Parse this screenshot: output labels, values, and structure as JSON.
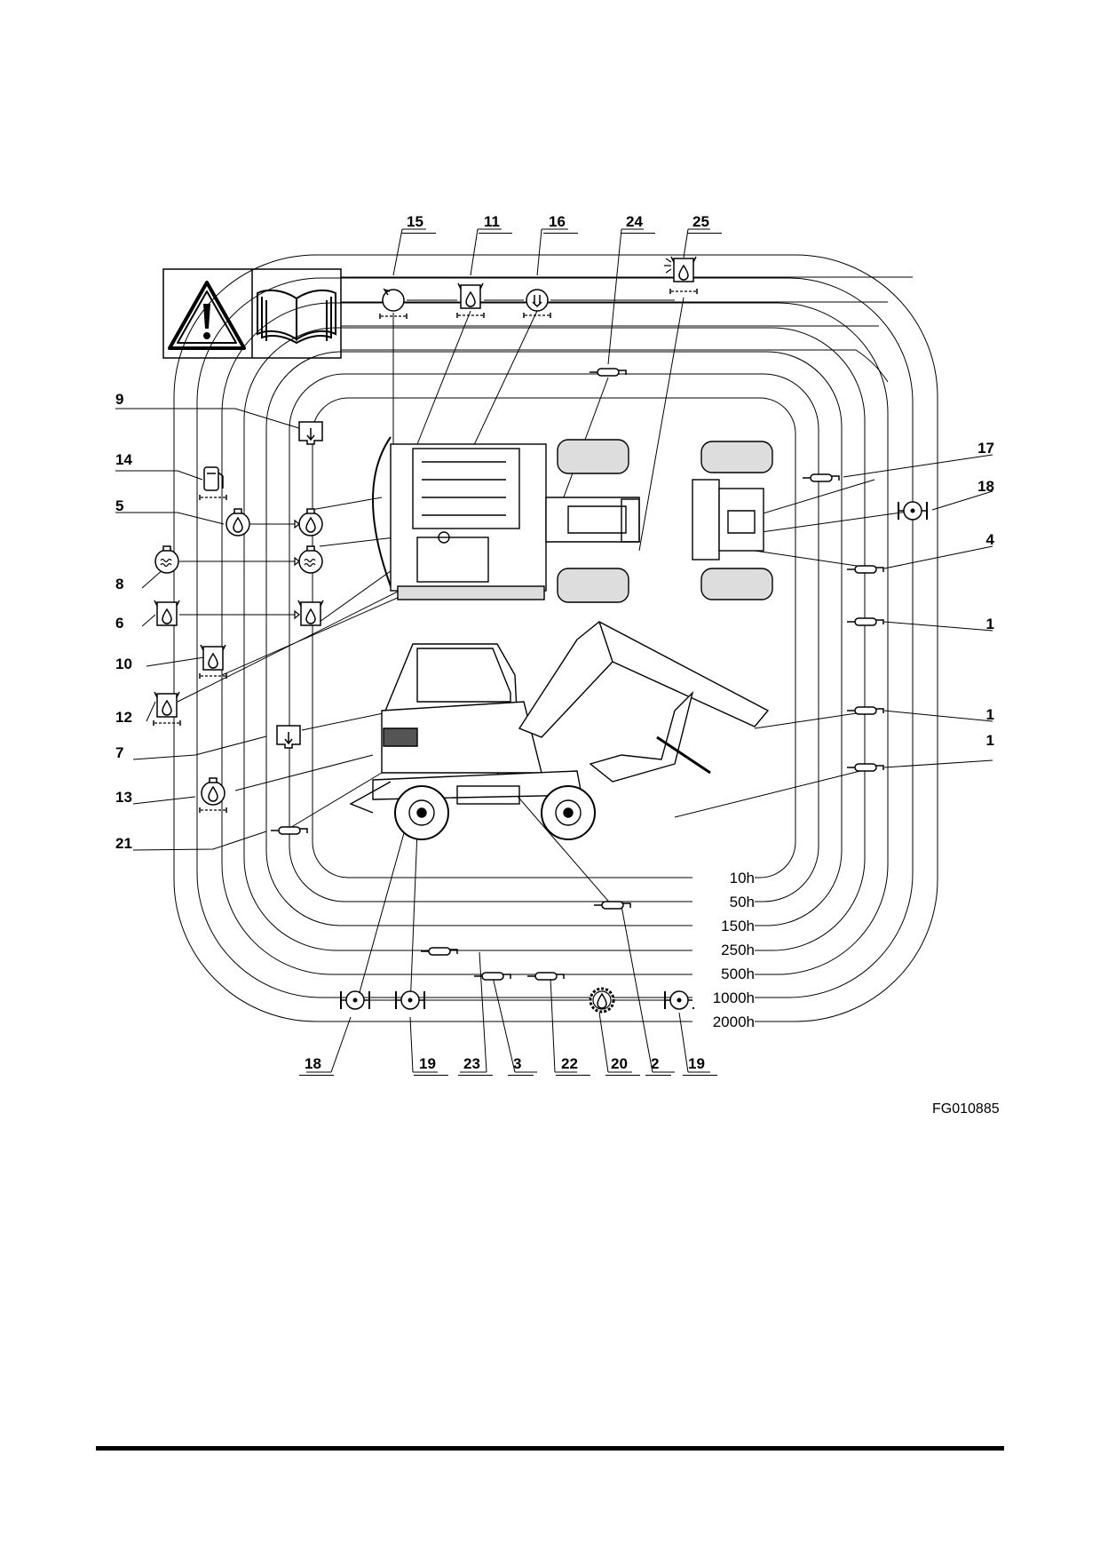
{
  "figure_code": "FG010885",
  "callouts": {
    "top": [
      "15",
      "11",
      "16",
      "24",
      "25"
    ],
    "left": [
      "9",
      "14",
      "5",
      "8",
      "6",
      "10",
      "12",
      "7",
      "13",
      "21"
    ],
    "right": [
      "17",
      "18",
      "4",
      "1",
      "1",
      "1"
    ],
    "bottom": [
      "18",
      "19",
      "23",
      "3",
      "22",
      "20",
      "2",
      "19"
    ]
  },
  "intervals": [
    "10h",
    "50h",
    "150h",
    "250h",
    "500h",
    "1000h",
    "2000h"
  ],
  "icons": {
    "warning": "warning-triangle-icon",
    "manual": "open-book-icon",
    "lube": "grease-fitting-icon",
    "oil_check": "oil-level-check-icon",
    "oil_change": "oil-change-icon",
    "filter": "filter-icon",
    "fuel": "fuel-pump-icon",
    "coolant": "coolant-icon",
    "axle": "axle-oil-icon",
    "gear": "gear-oil-icon",
    "drain": "drain-icon",
    "cab_filter": "cab-air-filter-icon"
  }
}
